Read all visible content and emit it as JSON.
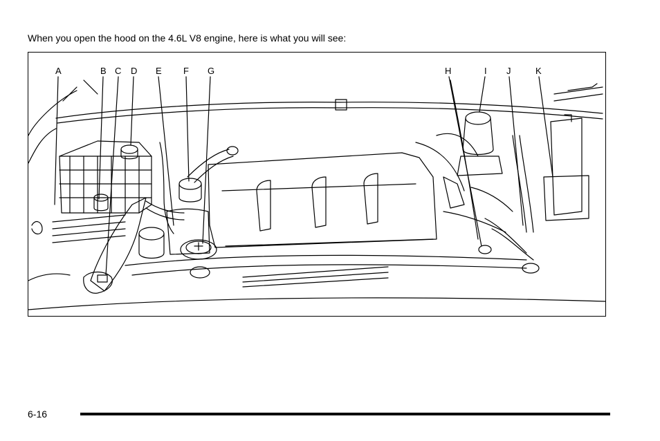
{
  "intro_text": "When you open the hood on the 4.6L V8 engine, here is what you will see:",
  "callouts": [
    "A",
    "B",
    "C",
    "D",
    "E",
    "F",
    "G",
    "H",
    "I",
    "J",
    "K"
  ],
  "page_number": "6-16"
}
